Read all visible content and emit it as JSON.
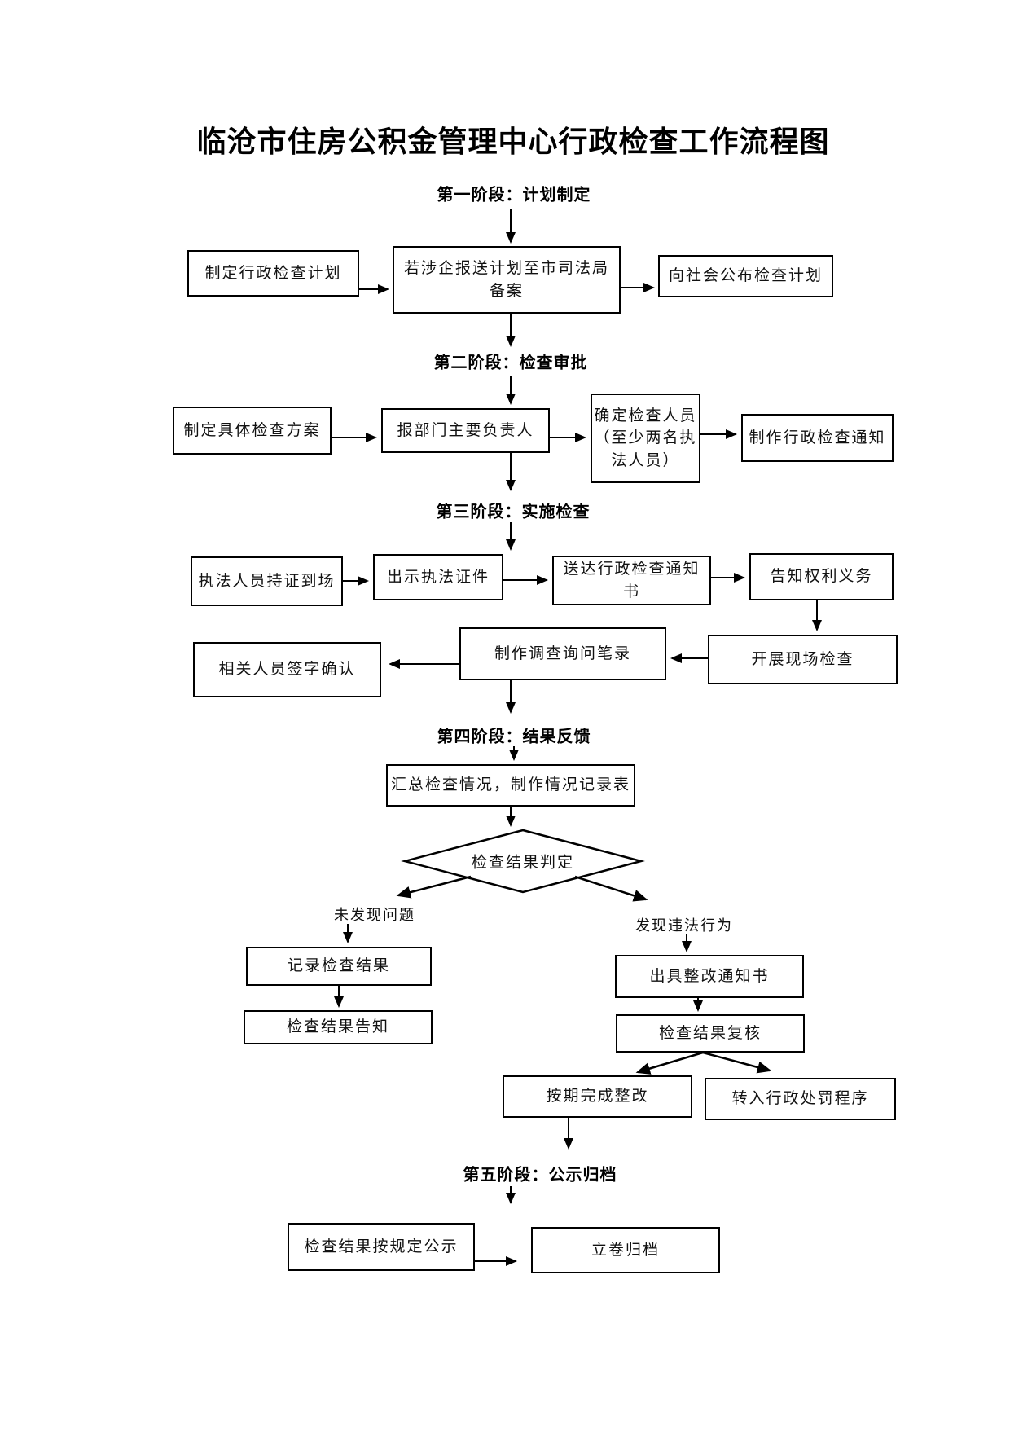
{
  "title": "临沧市住房公积金管理中心行政检查工作流程图",
  "colors": {
    "line": "#000000",
    "box_border": "#000000",
    "background": "#ffffff",
    "text": "#111111"
  },
  "stages": [
    {
      "label": "第一阶段：计划制定"
    },
    {
      "label": "第二阶段：检查审批"
    },
    {
      "label": "第三阶段：实施检查"
    },
    {
      "label": "第四阶段：结果反馈"
    },
    {
      "label": "第五阶段：公示归档"
    }
  ],
  "stage1": {
    "boxes": {
      "plan": "制定行政检查计划",
      "report": "若涉企报送计划至市司法局\n备案",
      "publish": "向社会公布检查计划"
    }
  },
  "stage2": {
    "boxes": {
      "scheme": "制定具体检查方案",
      "leader": "报部门主要负责人",
      "personnel": "确定检查人员\n（至少两名执\n法人员）",
      "notice": "制作行政检查通知"
    }
  },
  "stage3": {
    "boxes": {
      "arrive": "执法人员持证到场",
      "show_id": "出示执法证件",
      "deliver": "送达行政检查通知书",
      "inform": "告知权利义务",
      "onsite": "开展现场检查",
      "record": "制作调查询问笔录",
      "sign": "相关人员签字确认"
    }
  },
  "stage4": {
    "boxes": {
      "summary": "汇总检查情况，制作情况记录表"
    },
    "decision": "检查结果判定",
    "branch_no": "未发现问题",
    "branch_yes": "发现违法行为",
    "no_boxes": {
      "record_result": "记录检查结果",
      "inform_result": "检查结果告知"
    },
    "yes_boxes": {
      "rectify_notice": "出具整改通知书",
      "review": "检查结果复核",
      "complete": "按期完成整改",
      "punish": "转入行政处罚程序"
    }
  },
  "stage5": {
    "boxes": {
      "publicize": "检查结果按规定公示",
      "archive": "立卷归档"
    }
  }
}
